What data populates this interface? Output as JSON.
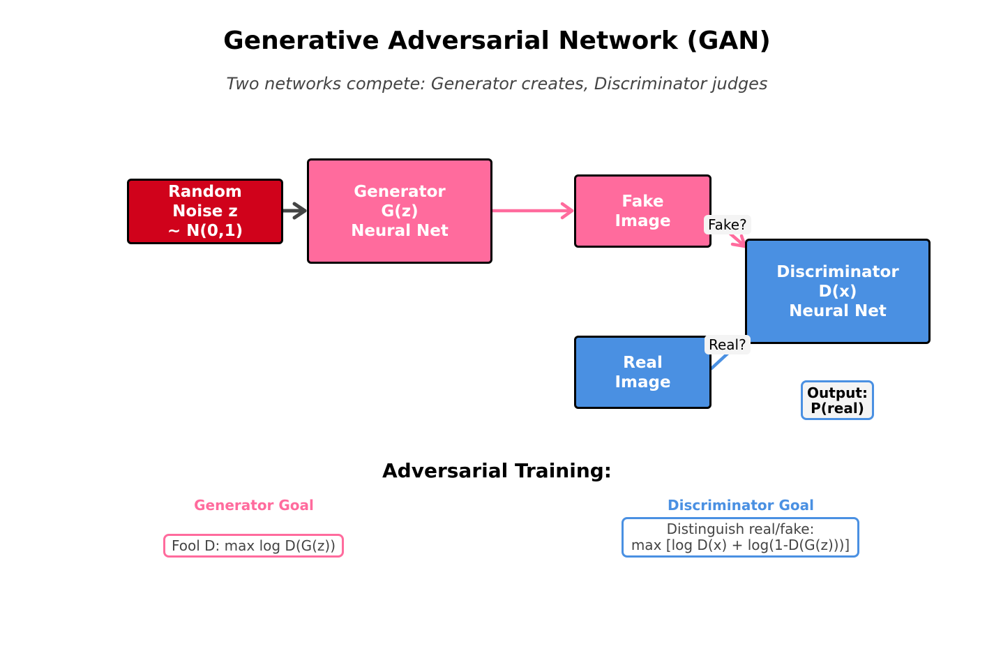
{
  "title": "Generative Adversarial Network (GAN)",
  "subtitle": "Two networks compete: Generator creates, Discriminator judges",
  "colors": {
    "noise": "#d0021b",
    "generator": "#ff6b9d",
    "fake": "#ff6b9d",
    "real": "#4a90e2",
    "discriminator": "#4a90e2",
    "arrow_dark": "#444444"
  },
  "nodes": {
    "noise": "Random\nNoise z\n~ N(0,1)",
    "generator": "Generator\nG(z)\nNeural Net",
    "fake_image": "Fake\nImage",
    "real_image": "Real\nImage",
    "discriminator": "Discriminator\nD(x)\nNeural Net"
  },
  "edge_labels": {
    "fake": "Fake?",
    "real": "Real?"
  },
  "output": "Output:\nP(real)",
  "training": {
    "title": "Adversarial Training:",
    "generator_goal": {
      "title": "Generator Goal",
      "text": "Fool D: max log D(G(z))"
    },
    "discriminator_goal": {
      "title": "Discriminator Goal",
      "text": "Distinguish real/fake:\nmax [log D(x) + log(1-D(G(z)))]"
    }
  }
}
